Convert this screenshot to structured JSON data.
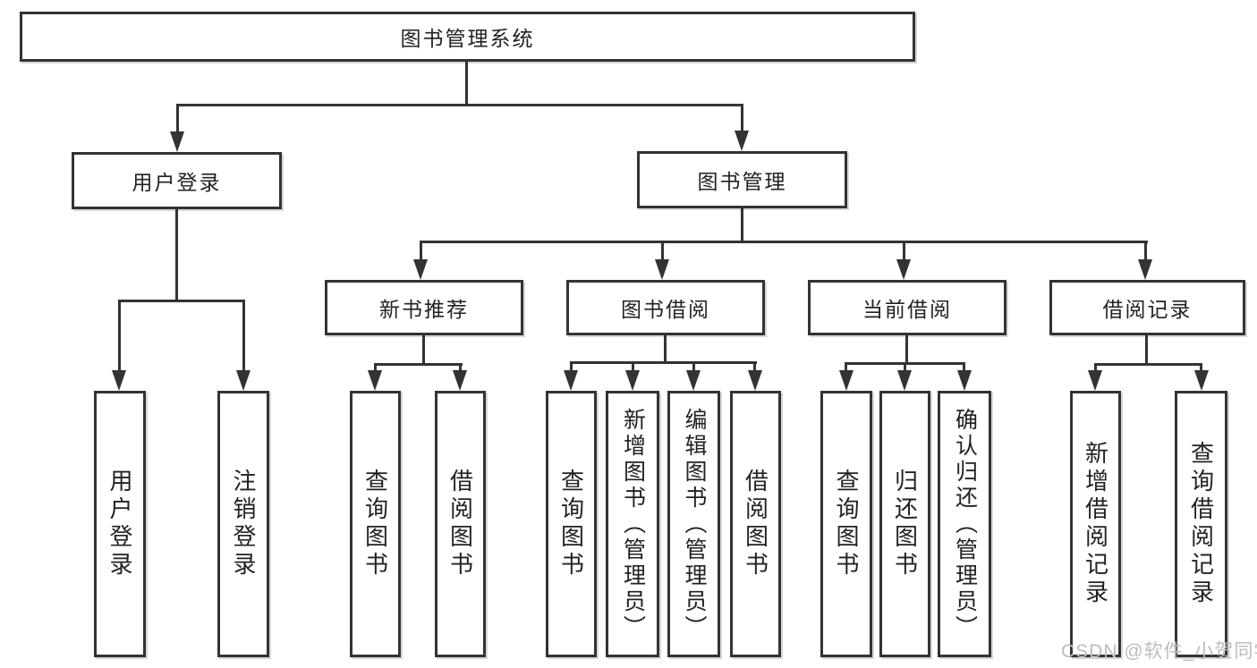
{
  "tree": {
    "root": "图书管理系统",
    "branches": [
      {
        "label": "用户登录",
        "children": [
          "用户登录",
          "注销登录"
        ]
      },
      {
        "label": "图书管理",
        "groups": [
          {
            "label": "新书推荐",
            "children": [
              "查询图书",
              "借阅图书"
            ]
          },
          {
            "label": "图书借阅",
            "children": [
              "查询图书",
              "新增图书（管理员）",
              "编辑图书（管理员）",
              "借阅图书"
            ]
          },
          {
            "label": "当前借阅",
            "children": [
              "查询图书",
              "归还图书",
              "确认归还（管理员）"
            ]
          },
          {
            "label": "借阅记录",
            "children": [
              "新增借阅记录",
              "查询借阅记录"
            ]
          }
        ]
      }
    ]
  },
  "watermark": {
    "text": "CSDN @软件_小贺同学"
  },
  "colors": {
    "line": "#333333",
    "box_border": "#333333",
    "text": "#222222",
    "background": "#ffffff",
    "watermark": "#b9bdc0"
  }
}
